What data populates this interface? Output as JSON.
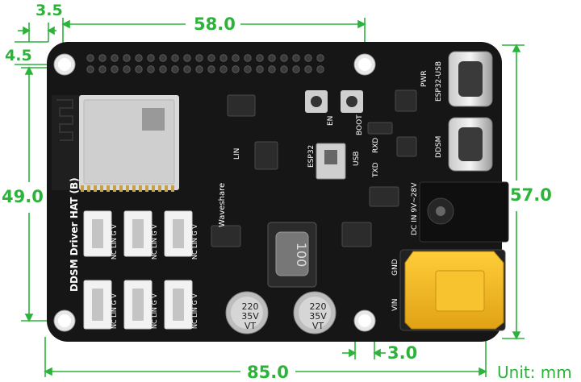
{
  "dimensions": {
    "top_offset_x": "3.5",
    "top_offset_y": "4.5",
    "top_width": "58.0",
    "left_height": "49.0",
    "right_height": "57.0",
    "bottom_offset": "3.0",
    "bottom_width": "85.0",
    "unit": "Unit: mm"
  },
  "board": {
    "name": "DDSM Driver HAT (B)",
    "brand": "Waveshare",
    "labels": {
      "pwr": "PWR",
      "esp32_usb": "ESP32-USB",
      "ddsm": "DDSM",
      "boot": "BOOT",
      "en": "EN",
      "rxd": "RXD",
      "txd": "TXD",
      "lin": "LIN",
      "esp32": "ESP32",
      "usb": "USB",
      "dc_in": "DC IN 9V~28V",
      "gnd": "GND",
      "vin": "VIN",
      "inductor": "100",
      "connector_pins": "NC LIN G V"
    },
    "capacitors": [
      {
        "line1": "220",
        "line2": "35V",
        "line3": "VT"
      },
      {
        "line1": "220",
        "line2": "35V",
        "line3": "VT"
      }
    ]
  },
  "colors": {
    "dimension_green": "#2bb33a",
    "pcb_black": "#161616",
    "xt_yellow": "#f2b81c",
    "connector_white": "#f2f2f2"
  }
}
